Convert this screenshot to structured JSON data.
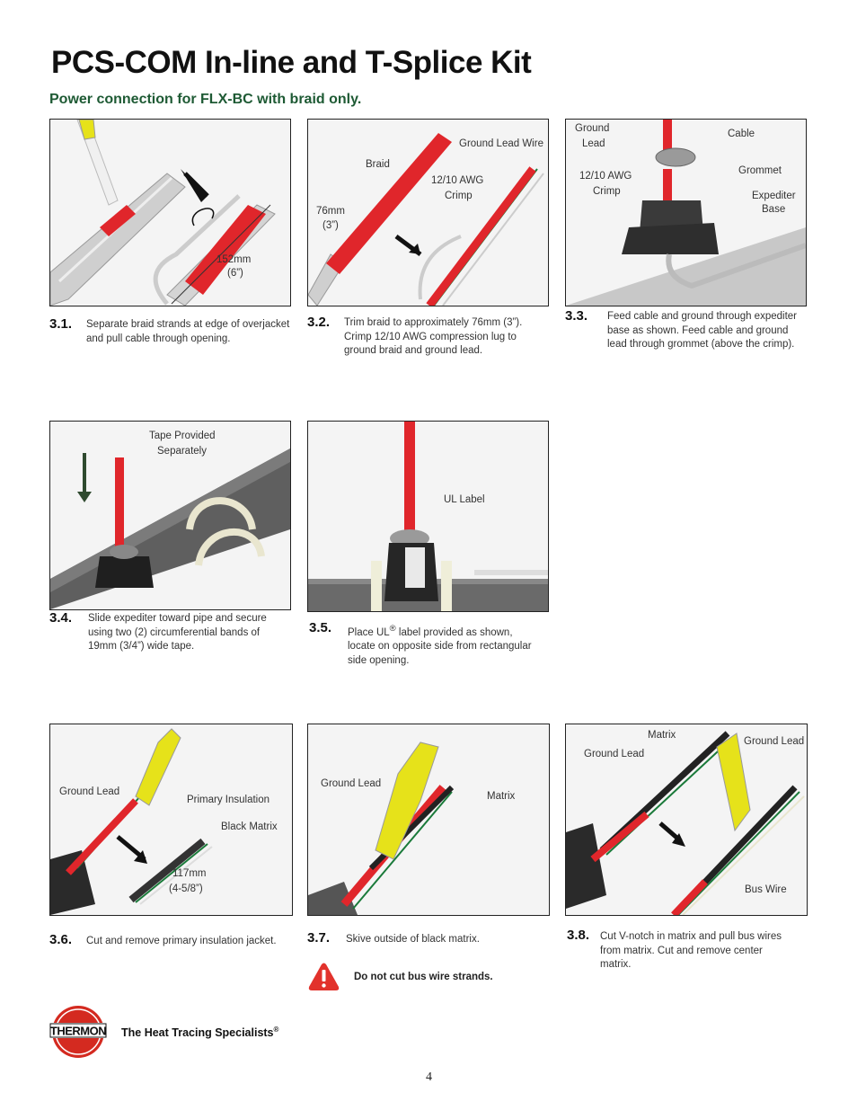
{
  "page": {
    "title": "PCS-COM In-line and T-Splice Kit",
    "subtitle": "Power connection for FLX-BC with braid only.",
    "page_number": "4"
  },
  "steps": [
    {
      "number": "3.1.",
      "text": "Separate braid strands at edge of overjacket and pull cable through opening.",
      "labels": {
        "dimension": "152mm",
        "dimension_in": "(6”)"
      }
    },
    {
      "number": "3.2.",
      "text": "Trim braid to approximately 76mm (3”). Crimp 12/10 AWG compression lug to ground braid and ground lead.",
      "labels": {
        "ground_lead_wire": "Ground Lead Wire",
        "braid": "Braid",
        "awg": "12/10 AWG",
        "crimp": "Crimp",
        "dimension": "76mm",
        "dimension_in": "(3”)"
      }
    },
    {
      "number": "3.3.",
      "text": "Feed cable and ground through expediter base as shown. Feed cable and ground lead through grommet (above the crimp).",
      "labels": {
        "ground": "Ground",
        "lead": "Lead",
        "cable": "Cable",
        "grommet": "Grommet",
        "awg": "12/10 AWG",
        "crimp": "Crimp",
        "expediter": "Expediter",
        "base": "Base"
      }
    },
    {
      "number": "3.4.",
      "text": "Slide expediter toward pipe and secure using two (2) circumferential bands of 19mm (3/4”) wide tape.",
      "labels": {
        "tape": "Tape Provided",
        "separately": "Separately"
      }
    },
    {
      "number": "3.5.",
      "text_a": "Place UL",
      "text_sup": "®",
      "text_b": " label provided as shown, locate on opposite side from rectangular side opening.",
      "labels": {
        "ul_label": "UL Label"
      }
    },
    {
      "number": "3.6.",
      "text": "Cut and remove primary insulation jacket.",
      "labels": {
        "ground_lead": "Ground Lead",
        "primary_insulation": "Primary Insulation",
        "black_matrix": "Black Matrix",
        "dimension": "117mm",
        "dimension_in": "(4-5/8”)"
      }
    },
    {
      "number": "3.7.",
      "text": "Skive outside of black matrix.",
      "labels": {
        "ground_lead": "Ground Lead",
        "matrix": "Matrix"
      },
      "warning": "Do not cut bus wire strands."
    },
    {
      "number": "3.8.",
      "text": "Cut V-notch in matrix and pull bus wires from matrix. Cut and remove center matrix.",
      "labels": {
        "matrix": "Matrix",
        "ground_lead_left": "Ground Lead",
        "ground_lead_right": "Ground Lead",
        "bus_wire": "Bus Wire"
      }
    }
  ],
  "footer": {
    "logo_text": "THERMON",
    "tagline": "The Heat Tracing Specialists",
    "tagline_mark": "®"
  },
  "colors": {
    "accent_green": "#1e5a34",
    "wire_red": "#e0262b",
    "warning_red": "#e2322c",
    "sleeve_yellow": "#e6e21a",
    "base_dark": "#3a3a3a"
  }
}
